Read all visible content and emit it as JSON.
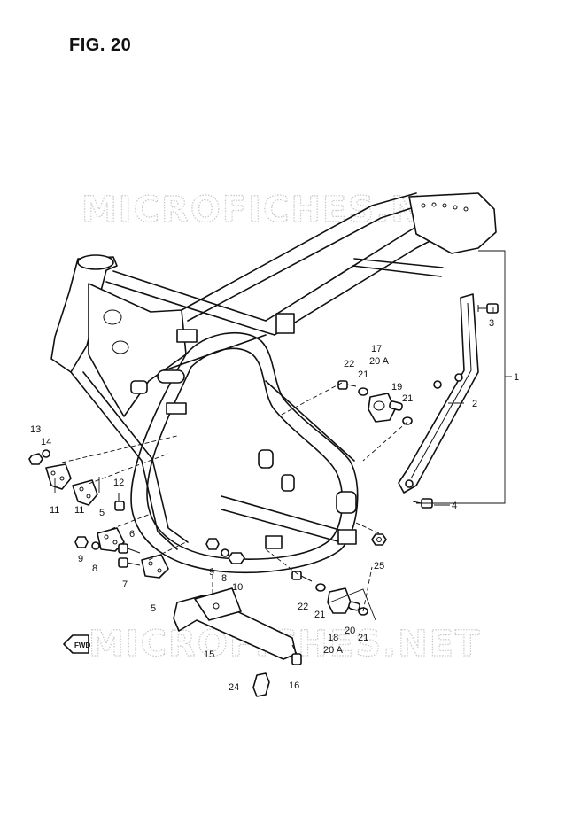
{
  "figure": {
    "title": "FIG. 20"
  },
  "watermark": {
    "text": "MICROFICHES.NET"
  },
  "direction_badge": {
    "text": "FWD"
  },
  "callouts": [
    {
      "id": "c1",
      "text": "1"
    },
    {
      "id": "c2",
      "text": "2"
    },
    {
      "id": "c3",
      "text": "3"
    },
    {
      "id": "c4",
      "text": "4"
    },
    {
      "id": "c5a",
      "text": "5"
    },
    {
      "id": "c5b",
      "text": "5"
    },
    {
      "id": "c6",
      "text": "6"
    },
    {
      "id": "c7",
      "text": "7"
    },
    {
      "id": "c8a",
      "text": "8"
    },
    {
      "id": "c8b",
      "text": "8"
    },
    {
      "id": "c9a",
      "text": "9"
    },
    {
      "id": "c9b",
      "text": "9"
    },
    {
      "id": "c10",
      "text": "10"
    },
    {
      "id": "c11a",
      "text": "11"
    },
    {
      "id": "c11b",
      "text": "11"
    },
    {
      "id": "c12",
      "text": "12"
    },
    {
      "id": "c13",
      "text": "13"
    },
    {
      "id": "c14",
      "text": "14"
    },
    {
      "id": "c15",
      "text": "15"
    },
    {
      "id": "c16",
      "text": "16"
    },
    {
      "id": "c17",
      "text": "17"
    },
    {
      "id": "c18",
      "text": "18"
    },
    {
      "id": "c19",
      "text": "19"
    },
    {
      "id": "c20a_top",
      "text": "20 A"
    },
    {
      "id": "c20",
      "text": "20"
    },
    {
      "id": "c20a_bot",
      "text": "20 A"
    },
    {
      "id": "c21a",
      "text": "21"
    },
    {
      "id": "c21b",
      "text": "21"
    },
    {
      "id": "c21c",
      "text": "21"
    },
    {
      "id": "c21d",
      "text": "21"
    },
    {
      "id": "c22a",
      "text": "22"
    },
    {
      "id": "c22b",
      "text": "22"
    },
    {
      "id": "c24",
      "text": "24"
    },
    {
      "id": "c25",
      "text": "25"
    }
  ]
}
